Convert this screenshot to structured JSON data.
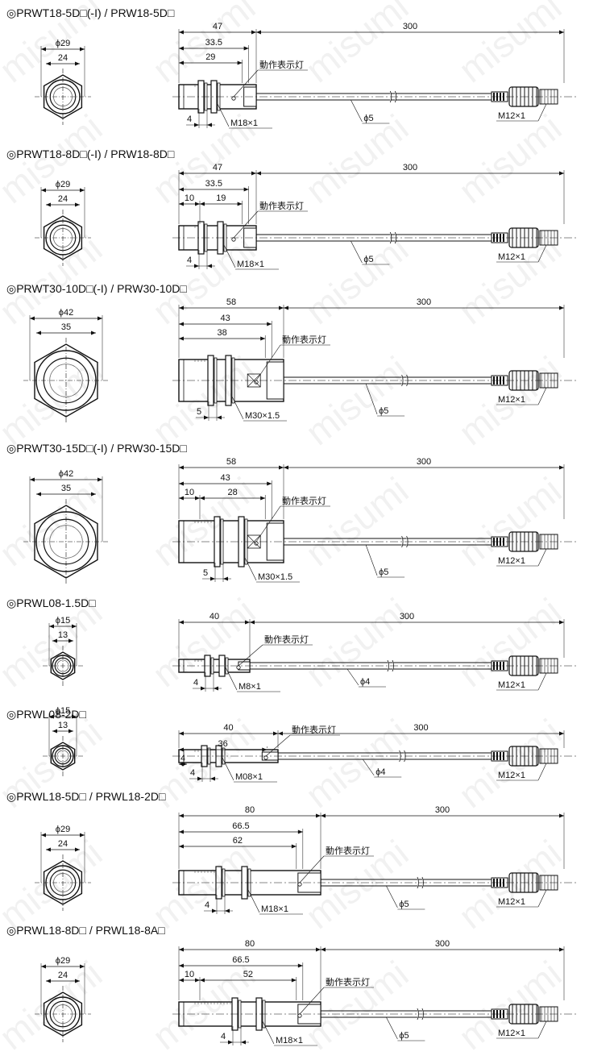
{
  "common": {
    "led_label": "動作表示灯",
    "cable_length": "300",
    "connector_thread": "M12×1"
  },
  "watermark": "misumi",
  "sections": [
    {
      "id": "prwt18-5d",
      "title": "◎PRWT18-5D□(-I) / PRW18-5D□",
      "front": {
        "outer": "ϕ29",
        "hex": "24"
      },
      "side": {
        "total": "47",
        "d1": "33.5",
        "d2": "29",
        "d3": "",
        "nut": "4",
        "thread": "M18×1",
        "cable_dia": "ϕ5"
      }
    },
    {
      "id": "prwt18-8d",
      "title": "◎PRWT18-8D□(-I) / PRW18-8D□",
      "front": {
        "outer": "ϕ29",
        "hex": "24"
      },
      "side": {
        "total": "47",
        "d1": "33.5",
        "d2": "19",
        "d3": "10",
        "nut": "4",
        "thread": "M18×1",
        "cable_dia": "ϕ5"
      }
    },
    {
      "id": "prwt30-10d",
      "title": "◎PRWT30-10D□(-I) / PRW30-10D□",
      "front": {
        "outer": "ϕ42",
        "hex": "35"
      },
      "side": {
        "total": "58",
        "d1": "43",
        "d2": "38",
        "d3": "",
        "nut": "5",
        "thread": "M30×1.5",
        "cable_dia": "ϕ5"
      }
    },
    {
      "id": "prwt30-15d",
      "title": "◎PRWT30-15D□(-I) / PRW30-15D□",
      "front": {
        "outer": "ϕ42",
        "hex": "35"
      },
      "side": {
        "total": "58",
        "d1": "43",
        "d2": "28",
        "d3": "10",
        "nut": "5",
        "thread": "M30×1.5",
        "cable_dia": "ϕ5"
      }
    },
    {
      "id": "prwl08-1.5d",
      "title": "◎PRWL08-1.5D□",
      "front": {
        "outer": "ϕ15",
        "hex": "13"
      },
      "side": {
        "total": "40",
        "d1": "",
        "d2": "",
        "d3": "",
        "nut": "4",
        "thread": "M8×1",
        "cable_dia": "ϕ4"
      }
    },
    {
      "id": "prwl08-2d",
      "title": "◎PRWL08-2D□",
      "front": {
        "outer": "ϕ15",
        "hex": "13"
      },
      "side": {
        "total": "40",
        "d1": "36",
        "d2": "",
        "d3": "4",
        "nut": "4",
        "thread": "M08×1",
        "cable_dia": "ϕ4"
      }
    },
    {
      "id": "prwl18-5d",
      "title": "◎PRWL18-5D□ / PRWL18-2D□",
      "front": {
        "outer": "ϕ29",
        "hex": "24"
      },
      "side": {
        "total": "80",
        "d1": "66.5",
        "d2": "62",
        "d3": "",
        "nut": "4",
        "thread": "M18×1",
        "cable_dia": "ϕ5"
      }
    },
    {
      "id": "prwl18-8d",
      "title": "◎PRWL18-8D□ / PRWL18-8A□",
      "front": {
        "outer": "ϕ29",
        "hex": "24"
      },
      "side": {
        "total": "80",
        "d1": "66.5",
        "d2": "52",
        "d3": "10",
        "nut": "4",
        "thread": "M18×1",
        "cable_dia": "ϕ5"
      }
    }
  ]
}
